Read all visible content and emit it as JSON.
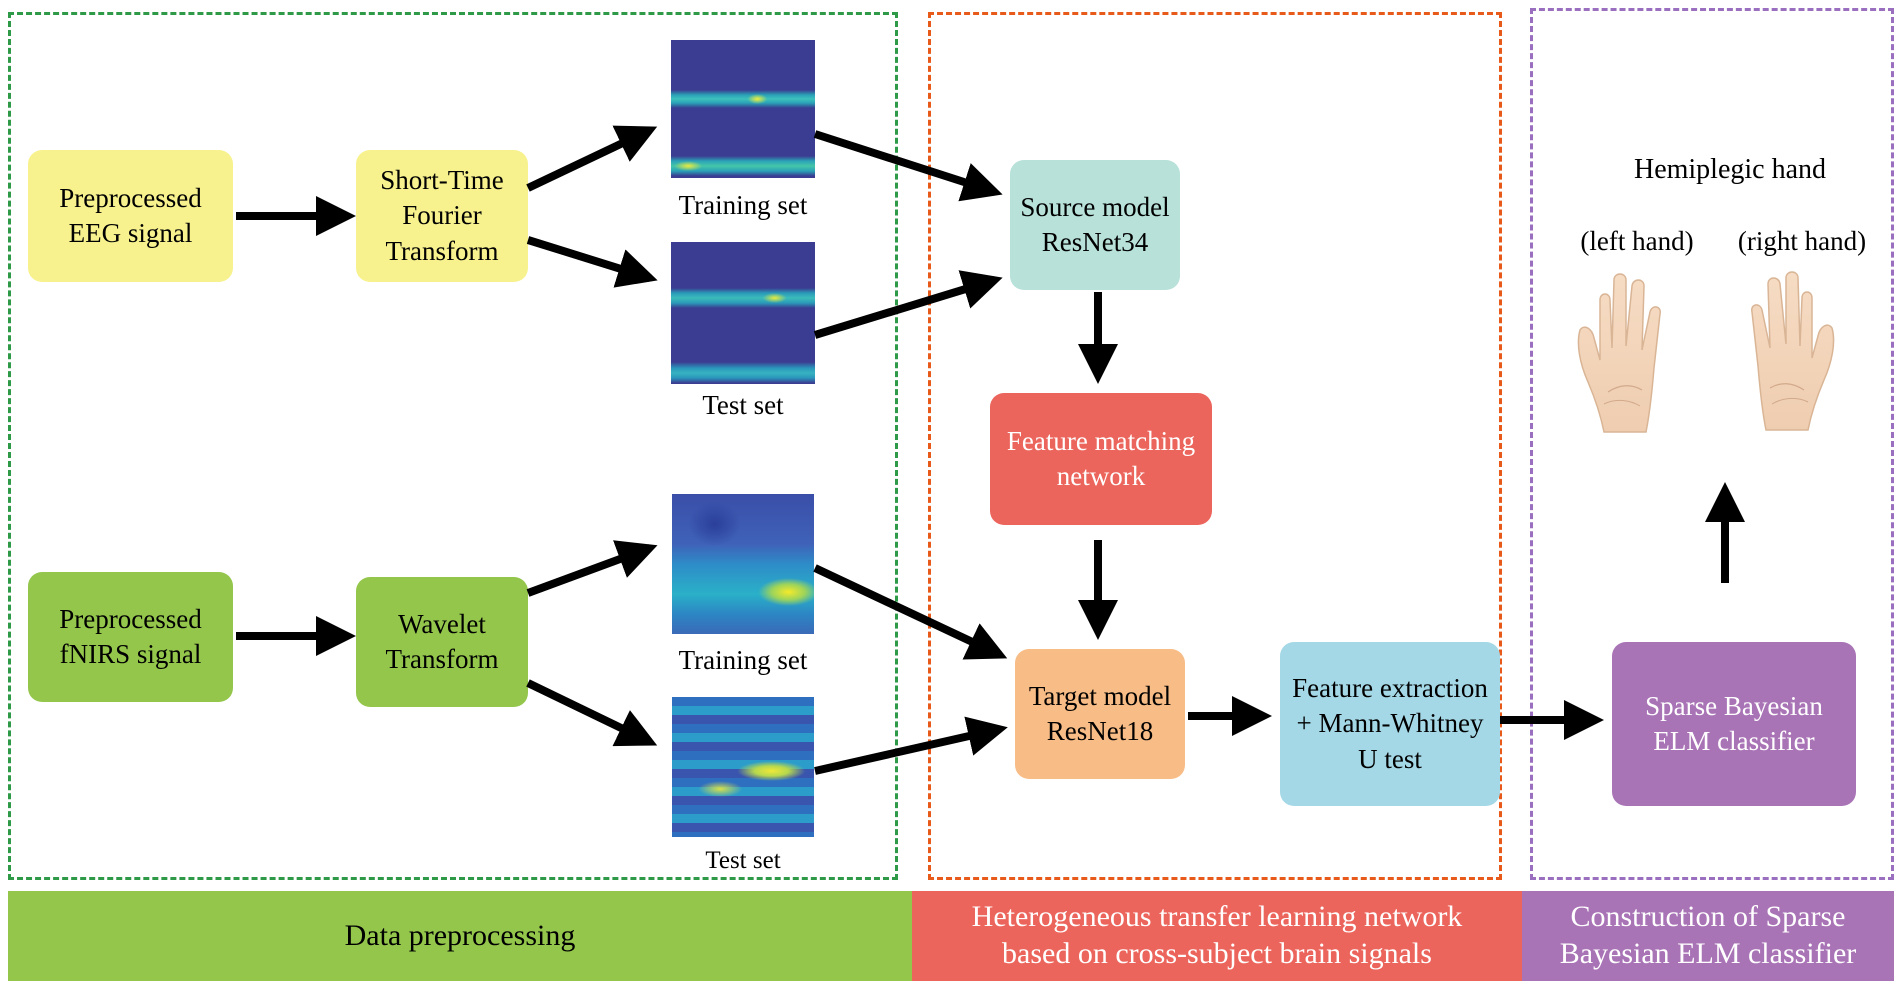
{
  "nodes": {
    "eeg": "Preprocessed\nEEG signal",
    "stft": "Short-Time\nFourier\nTransform",
    "fnirs": "Preprocessed\nfNIRS signal",
    "wavelet": "Wavelet\nTransform",
    "source": "Source model\nResNet34",
    "matching": "Feature matching\nnetwork",
    "target": "Target model\nResNet18",
    "extraction": "Feature extraction\n+ Mann-Whitney\nU test",
    "classifier": "Sparse Bayesian\nELM classifier"
  },
  "image_labels": {
    "eeg_train": "Training set",
    "eeg_test": "Test set",
    "fnirs_train": "Training set",
    "fnirs_test": "Test set"
  },
  "hands": {
    "title": "Hemiplegic hand",
    "left": "(left hand)",
    "right": "(right hand)"
  },
  "banners": {
    "preprocessing": "Data preprocessing",
    "transfer": "Heterogeneous transfer learning network\nbased on cross-subject brain signals",
    "construction": "Construction of Sparse\nBayesian ELM classifier"
  },
  "colors": {
    "yellow_box": "#f7f28e",
    "green_box": "#94c64c",
    "source_box": "#b7e1d9",
    "matching_box": "#ec655c",
    "target_box": "#f8bd86",
    "extraction_box": "#a5d8e6",
    "classifier_box": "#a974b6",
    "frame_green": "#2e9a48",
    "frame_orange": "#e85a1a",
    "frame_purple": "#9a6fbf",
    "banner_green": "#94c64c",
    "banner_red": "#ec655c",
    "banner_purple": "#a974b6"
  },
  "icons": [
    "hand-left-icon",
    "hand-right-icon"
  ]
}
